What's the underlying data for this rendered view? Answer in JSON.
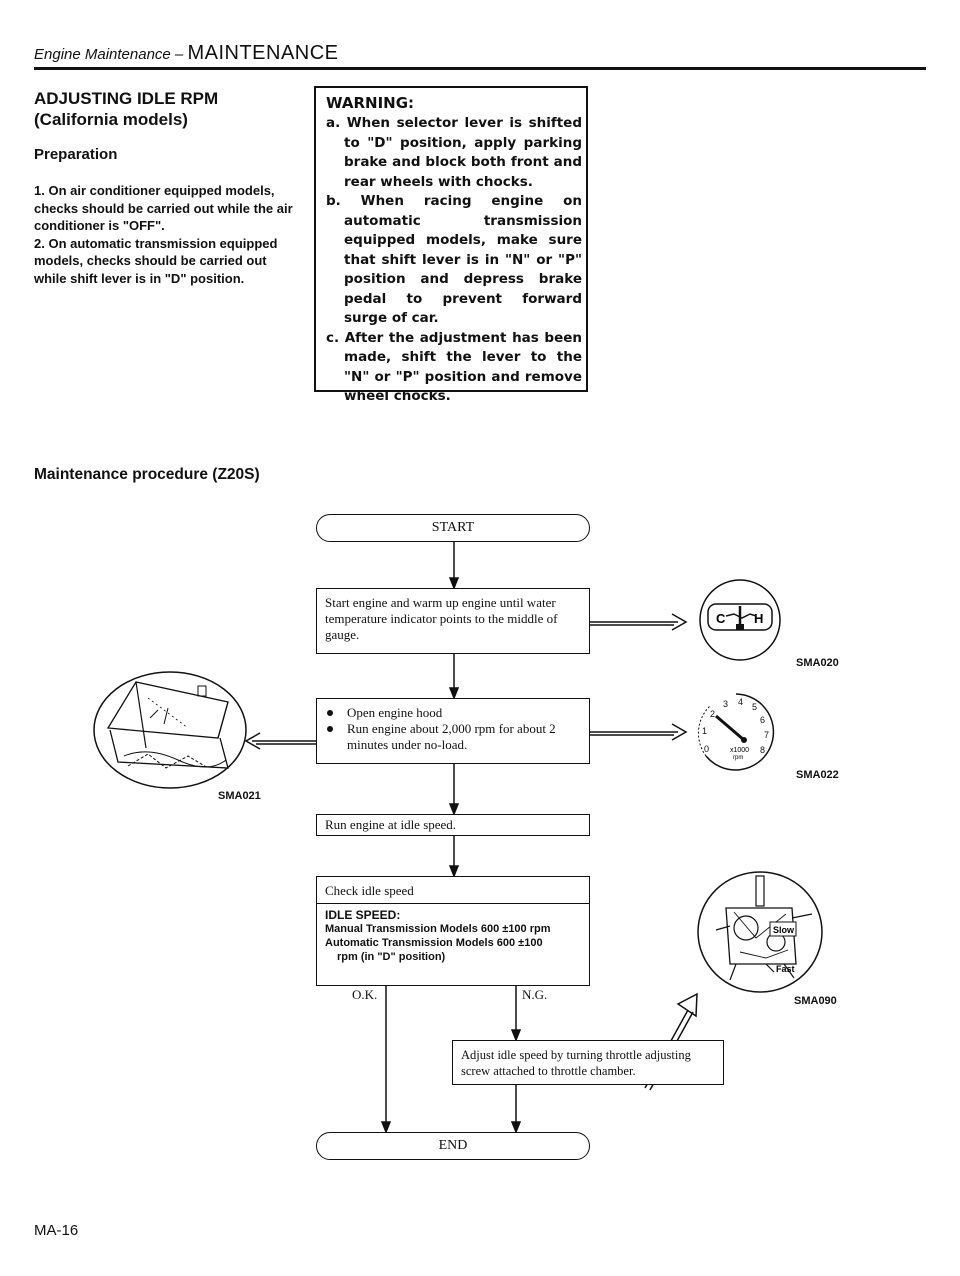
{
  "header": {
    "section": "Engine Maintenance – ",
    "title": "MAINTENANCE"
  },
  "left": {
    "title_line1": "ADJUSTING IDLE RPM",
    "title_line2": "(California models)",
    "preparation_heading": "Preparation",
    "items": [
      "1. On air conditioner equipped models, checks should be carried out while the air conditioner is \"OFF\".",
      "2. On automatic transmission equipped models, checks should be carried out while shift lever is in \"D\" position."
    ]
  },
  "warning": {
    "title": "WARNING:",
    "items": [
      "a. When selector lever is shifted to \"D\" position, apply parking brake and block both front and rear wheels with chocks.",
      "b. When racing engine on automatic transmission equipped models, make sure that shift lever is in \"N\" or \"P\" position and depress brake pedal to prevent forward surge of car.",
      "c. After the adjustment has been made, shift the lever to the \"N\" or \"P\" position and remove wheel chocks."
    ]
  },
  "procedure_heading": "Maintenance procedure (Z20S)",
  "flow": {
    "start": "START",
    "step1": "Start engine and warm up engine until water temperature indicator points to the middle of gauge.",
    "step2_a": "Open engine hood",
    "step2_b": "Run engine about 2,000 rpm for about 2 minutes under no-load.",
    "step3": "Run engine at idle speed.",
    "step4_title": "Check idle speed",
    "spec_title": "IDLE SPEED:",
    "spec_line1": "Manual Transmission Models 600 ±100 rpm",
    "spec_line2": "Automatic Transmission Models 600 ±100",
    "spec_line3": "rpm (in \"D\" position)",
    "ok": "O.K.",
    "ng": "N.G.",
    "adjust": "Adjust idle speed by turning throttle adjusting screw attached to throttle chamber.",
    "end": "END"
  },
  "figures": {
    "sma020": "SMA020",
    "sma022": "SMA022",
    "sma021": "SMA021",
    "sma090": "SMA090",
    "gauge_c": "C",
    "gauge_h": "H",
    "tach_unit1": "x1000",
    "tach_unit2": "rpm",
    "tach_numbers": [
      "0",
      "1",
      "2",
      "3",
      "4",
      "5",
      "6",
      "7",
      "8"
    ],
    "carb_slow": "Slow",
    "carb_fast": "Fast"
  },
  "page_number": "MA-16"
}
